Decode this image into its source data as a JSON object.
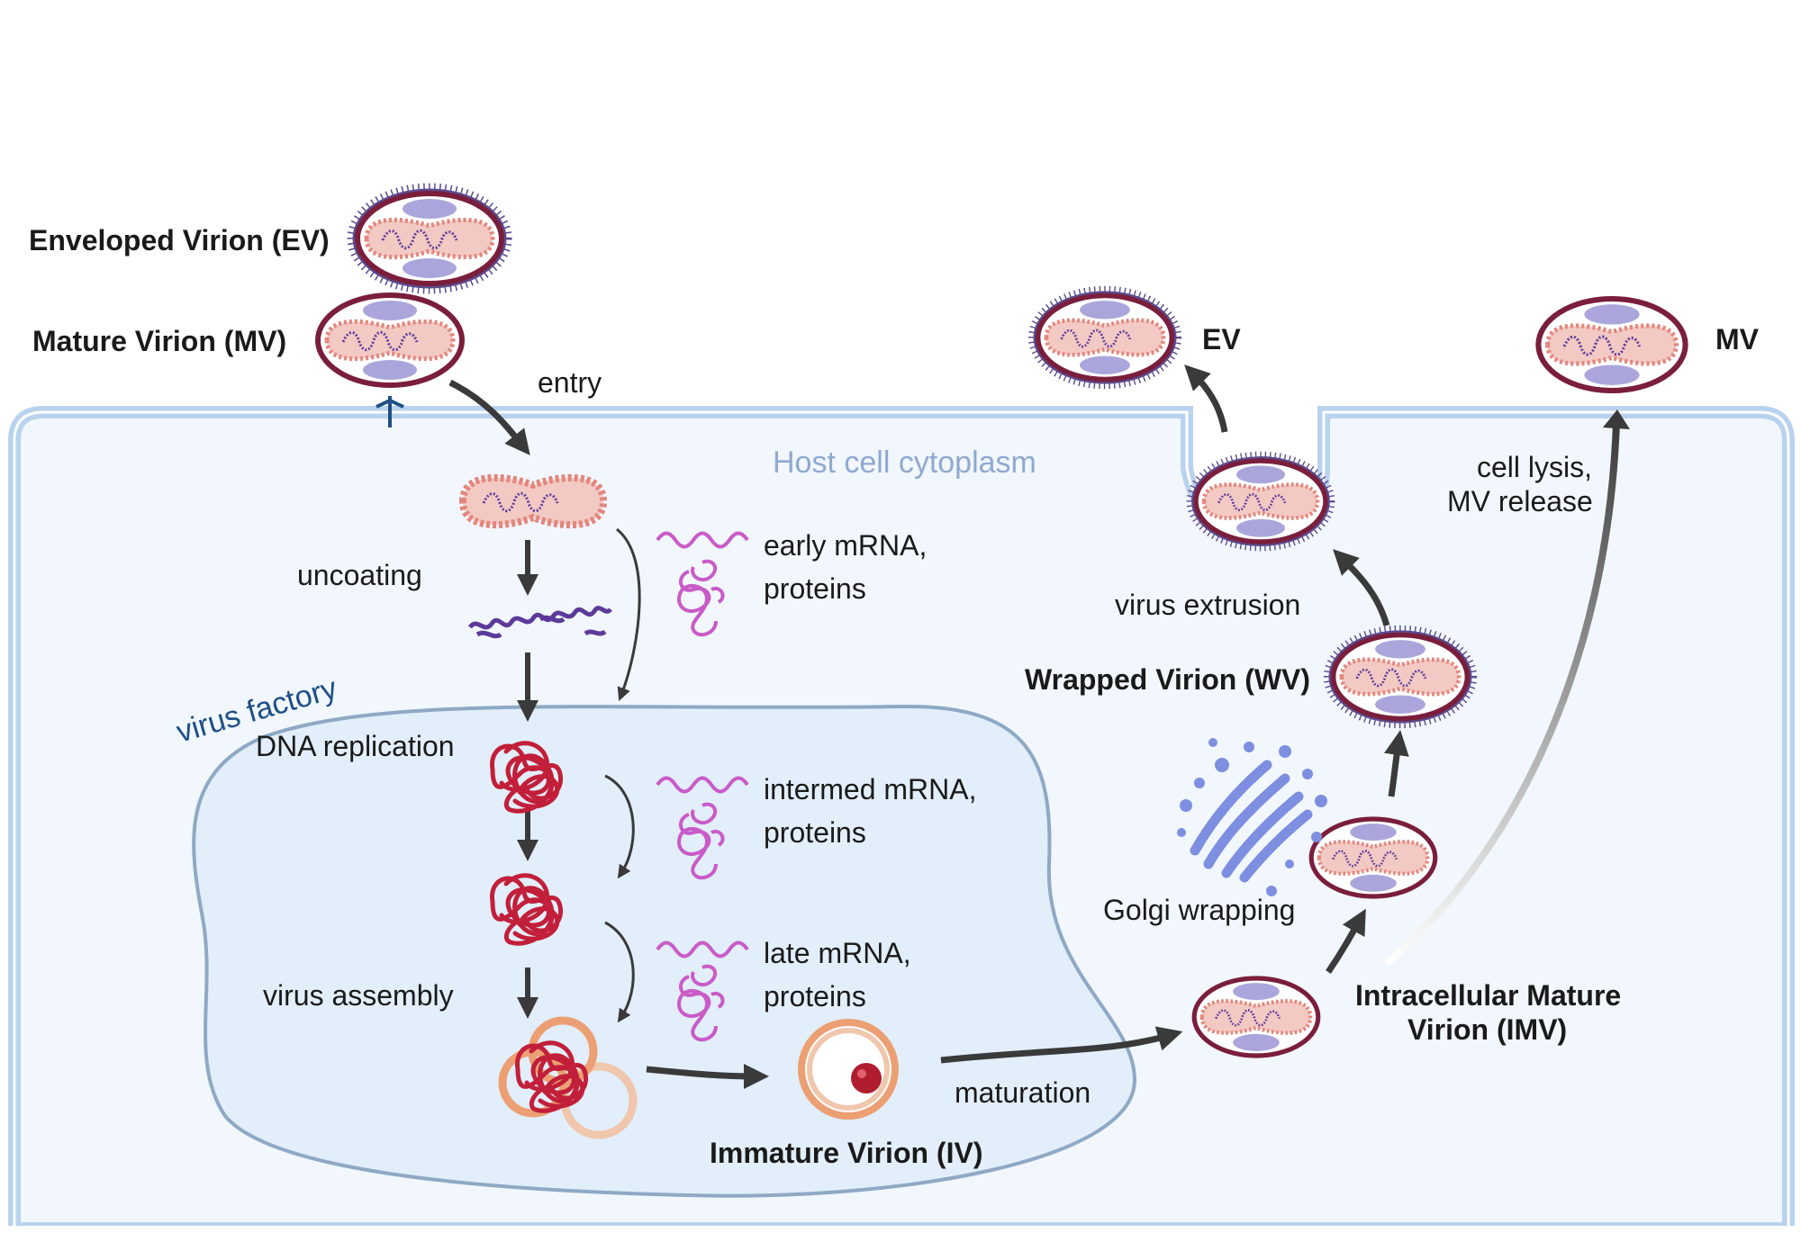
{
  "labels": {
    "enveloped_virion": "Enveloped Virion (EV)",
    "mature_virion": "Mature Virion (MV)",
    "entry": "entry",
    "host_cytoplasm": "Host cell cytoplasm",
    "uncoating": "uncoating",
    "early_mrna_1": "early mRNA,",
    "early_mrna_2": "proteins",
    "virus_factory": "virus factory",
    "dna_replication": "DNA replication",
    "intermed_mrna_1": "intermed mRNA,",
    "intermed_mrna_2": "proteins",
    "virus_assembly": "virus assembly",
    "late_mrna_1": "late mRNA,",
    "late_mrna_2": "proteins",
    "immature_virion": "Immature Virion (IV)",
    "maturation": "maturation",
    "imv_1": "Intracellular Mature",
    "imv_2": "Virion (IMV)",
    "golgi_wrapping": "Golgi wrapping",
    "wrapped_virion": "Wrapped Virion (WV)",
    "virus_extrusion": "virus extrusion",
    "ev_out": "EV",
    "mv_out": "MV",
    "cell_lysis_1": "cell lysis,",
    "cell_lysis_2": "MV release"
  },
  "colors": {
    "membrane": "#b9d3ee",
    "cytoplasm": "#f1f7fd",
    "factory_fill": "#e2eefa",
    "factory_stroke": "#8fa9c4",
    "virion_rim": "#7a1e3c",
    "virion_core": "#f3c9c4",
    "envelope_spikes": "#5b4a8b",
    "dna_red": "#c21f3a",
    "mrna": "#c95bc7",
    "golgi": "#7e8ee0",
    "arrow": "#3a3a3a"
  }
}
